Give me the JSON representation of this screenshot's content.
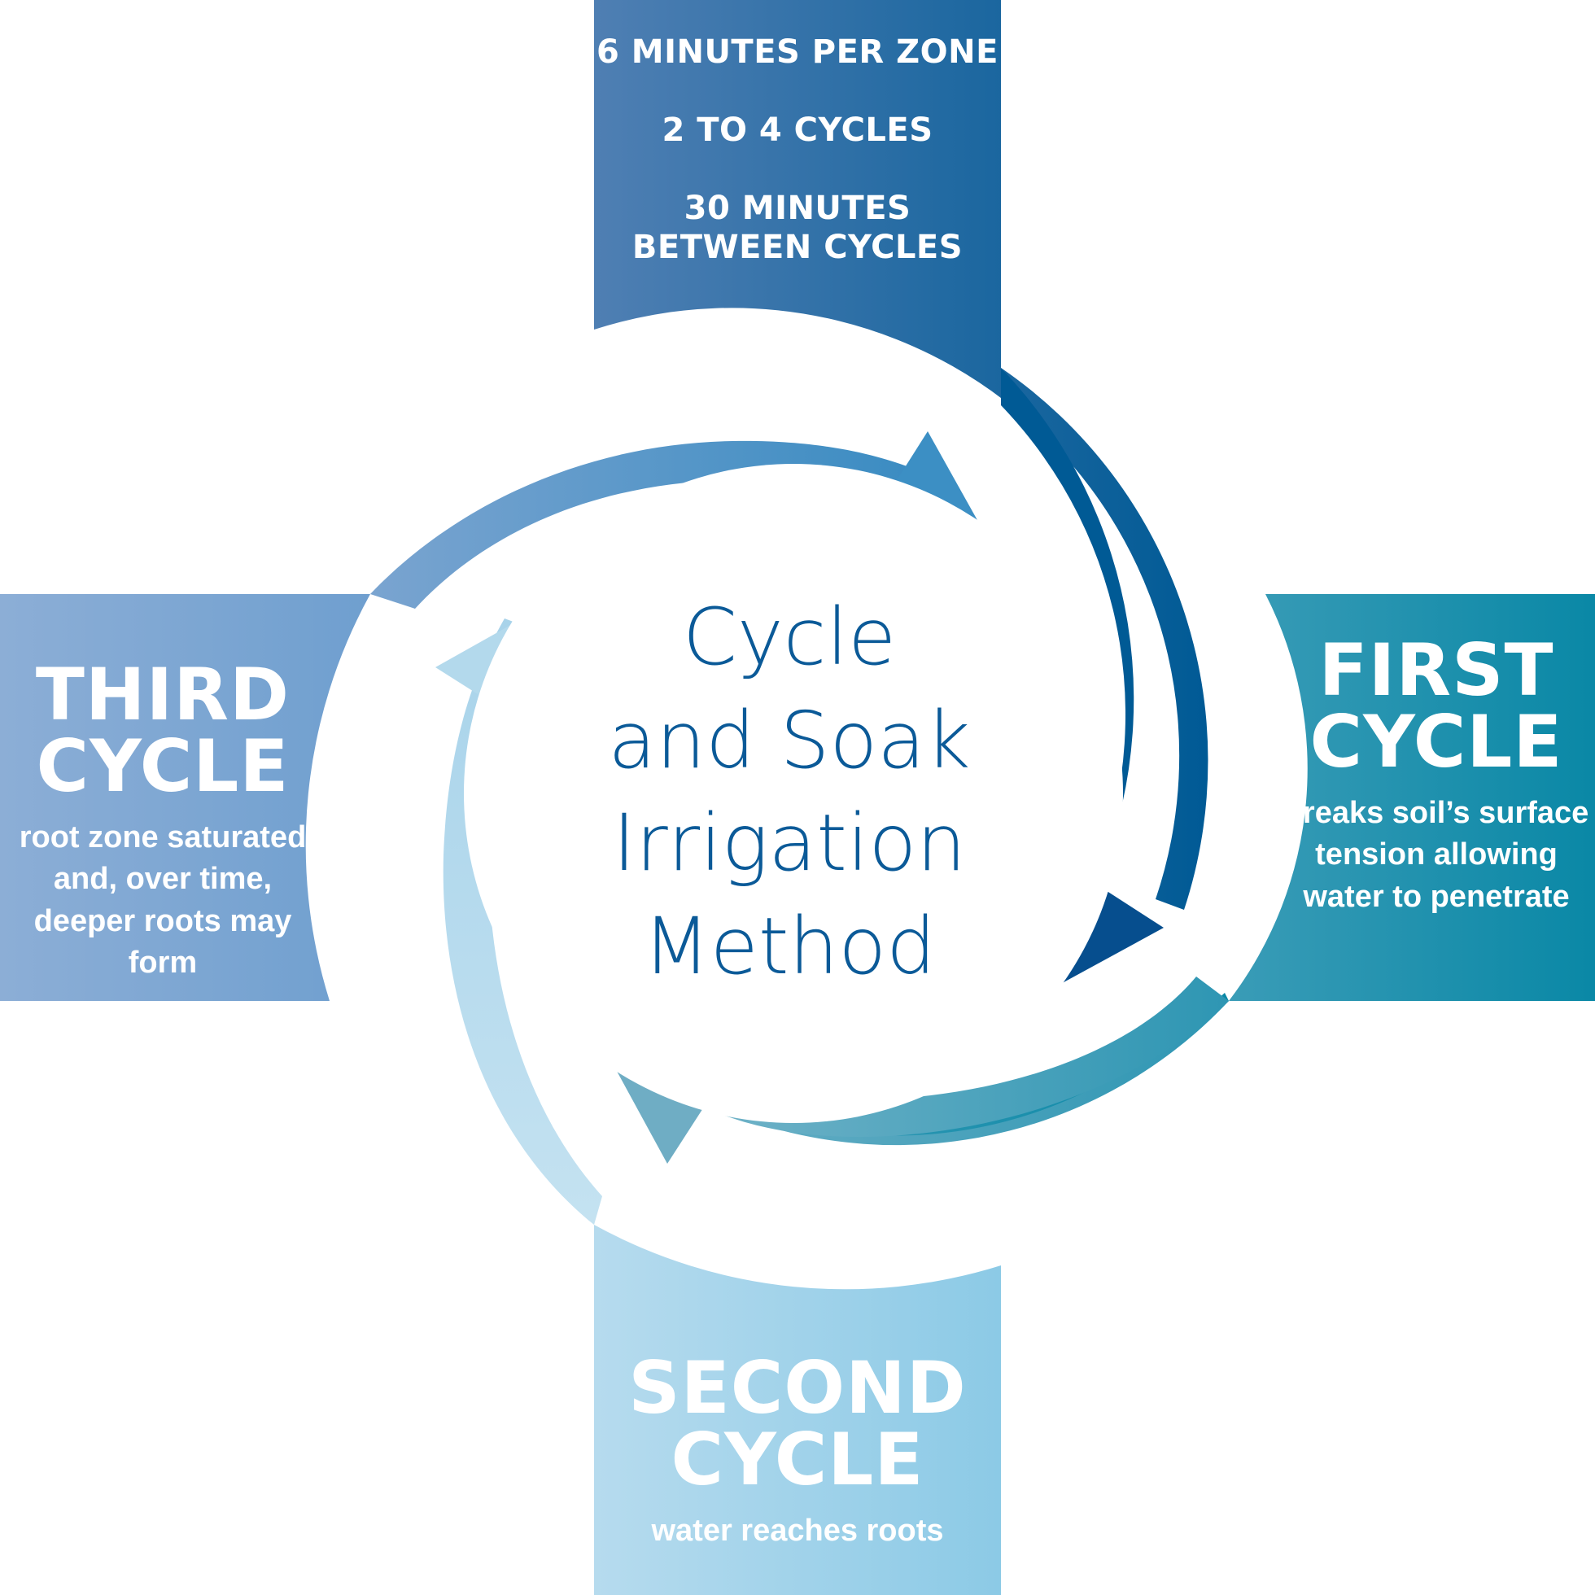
{
  "center_title": [
    "Cycle",
    "and Soak",
    "Irrigation",
    "Method"
  ],
  "top_info": [
    "6 MINUTES PER ZONE",
    "2 TO 4 CYCLES",
    "30 MINUTES",
    "BETWEEN CYCLES"
  ],
  "first_cycle": {
    "title_line1": "FIRST",
    "title_line2": "CYCLE",
    "description": [
      "breaks soil’s surface",
      "tension allowing",
      "water to penetrate"
    ]
  },
  "second_cycle": {
    "title_line1": "SECOND",
    "title_line2": "CYCLE",
    "description": [
      "water reaches roots"
    ]
  },
  "third_cycle": {
    "title_line1": "THIRD",
    "title_line2": "CYCLE",
    "description": [
      "root zone saturated",
      "and, over time,",
      "deeper roots may form"
    ]
  },
  "colors": {
    "top_panel_start": "#4f7fb3",
    "top_panel_end": "#005a95",
    "first_panel_start": "#2d93af",
    "first_panel_end": "#0b8ba8",
    "second_panel_start": "#b3d9ec",
    "second_panel_end": "#8ecbe6",
    "third_panel_start": "#8caed6",
    "third_panel_end": "#6f9fcf",
    "title_text": "#0b5a98"
  }
}
